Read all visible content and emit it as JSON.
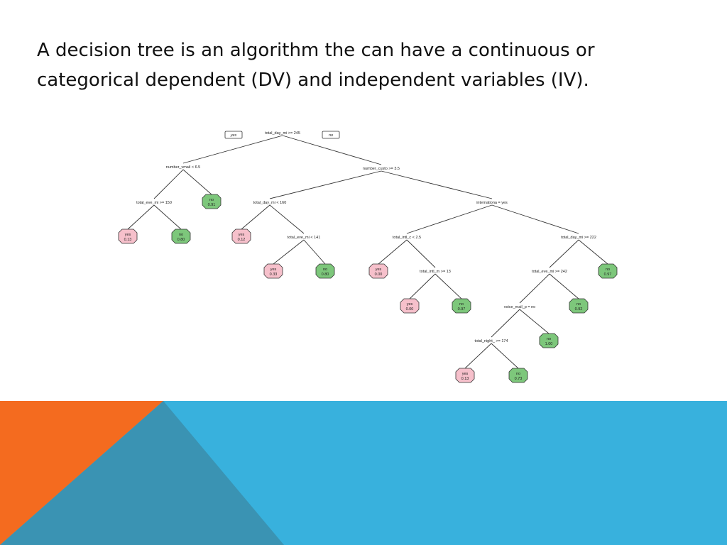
{
  "slide": {
    "title": "A decision tree is an algorithm the can have a continuous or categorical dependent (DV) and independent variables (IV)."
  },
  "colors": {
    "leaf_yes_fill": "#f6c0cb",
    "leaf_no_fill": "#7dc77b",
    "footer_orange": "#f46b1f",
    "footer_blue_light": "#38b1dd",
    "footer_blue_dark": "#3a93b3"
  },
  "tree": {
    "root_branch_labels": {
      "left": "yes",
      "right": "no"
    },
    "splits": [
      {
        "id": "root",
        "label": "total_day_mi >= 245"
      },
      {
        "id": "n_vmail",
        "label": "number_vmail < 6.5"
      },
      {
        "id": "n_eve1",
        "label": "total_eve_mi >= 150"
      },
      {
        "id": "n_cust",
        "label": "number_custo >= 3.5"
      },
      {
        "id": "n_day2",
        "label": "total_day_mi < 160"
      },
      {
        "id": "n_eve2",
        "label": "total_eve_mi < 141"
      },
      {
        "id": "n_intl",
        "label": "internationa = yes"
      },
      {
        "id": "n_intlc",
        "label": "total_intl_c < 2.5"
      },
      {
        "id": "n_intlm",
        "label": "total_intl_m >= 13"
      },
      {
        "id": "n_day3",
        "label": "total_day_mi >= 222"
      },
      {
        "id": "n_eve3",
        "label": "total_eve_mi >= 242"
      },
      {
        "id": "n_vmp",
        "label": "voice_mail_p = no"
      },
      {
        "id": "n_night",
        "label": "total_night_ >= 174"
      }
    ],
    "leaves": [
      {
        "id": "l1",
        "class": "yes",
        "prob": "0.13"
      },
      {
        "id": "l2",
        "class": "no",
        "prob": "0.80"
      },
      {
        "id": "l3",
        "class": "no",
        "prob": "0.91"
      },
      {
        "id": "l4",
        "class": "yes",
        "prob": "0.12"
      },
      {
        "id": "l5",
        "class": "yes",
        "prob": "0.33"
      },
      {
        "id": "l6",
        "class": "no",
        "prob": "0.80"
      },
      {
        "id": "l7",
        "class": "yes",
        "prob": "0.00"
      },
      {
        "id": "l8",
        "class": "yes",
        "prob": "0.00"
      },
      {
        "id": "l9",
        "class": "no",
        "prob": "0.97"
      },
      {
        "id": "l10",
        "class": "no",
        "prob": "0.97"
      },
      {
        "id": "l11",
        "class": "no",
        "prob": "0.92"
      },
      {
        "id": "l12",
        "class": "no",
        "prob": "1.00"
      },
      {
        "id": "l13",
        "class": "yes",
        "prob": "0.13"
      },
      {
        "id": "l14",
        "class": "no",
        "prob": "0.73"
      }
    ],
    "edges": [
      [
        "root",
        "n_vmail"
      ],
      [
        "root",
        "n_cust"
      ],
      [
        "n_vmail",
        "n_eve1"
      ],
      [
        "n_vmail",
        "l3"
      ],
      [
        "n_eve1",
        "l1"
      ],
      [
        "n_eve1",
        "l2"
      ],
      [
        "n_cust",
        "n_day2"
      ],
      [
        "n_cust",
        "n_intl"
      ],
      [
        "n_day2",
        "l4"
      ],
      [
        "n_day2",
        "n_eve2"
      ],
      [
        "n_eve2",
        "l5"
      ],
      [
        "n_eve2",
        "l6"
      ],
      [
        "n_intl",
        "n_intlc"
      ],
      [
        "n_intl",
        "n_day3"
      ],
      [
        "n_intlc",
        "l7"
      ],
      [
        "n_intlc",
        "n_intlm"
      ],
      [
        "n_intlm",
        "l8"
      ],
      [
        "n_intlm",
        "l9"
      ],
      [
        "n_day3",
        "n_eve3"
      ],
      [
        "n_day3",
        "l10"
      ],
      [
        "n_eve3",
        "n_vmp"
      ],
      [
        "n_eve3",
        "l11"
      ],
      [
        "n_vmp",
        "n_night"
      ],
      [
        "n_vmp",
        "l12"
      ],
      [
        "n_night",
        "l13"
      ],
      [
        "n_night",
        "l14"
      ]
    ]
  }
}
